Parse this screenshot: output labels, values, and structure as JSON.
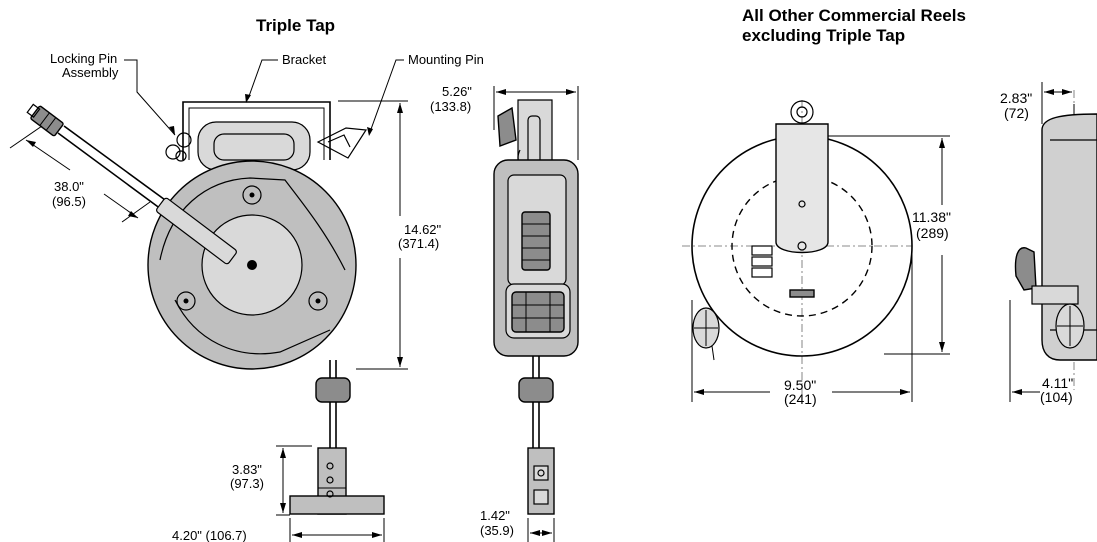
{
  "titles": {
    "triple_tap": "Triple Tap",
    "other_line1": "All Other Commercial Reels",
    "other_line2": "excluding Triple Tap"
  },
  "callouts": {
    "locking_pin_line1": "Locking Pin",
    "locking_pin_line2": "Assembly",
    "bracket": "Bracket",
    "mounting_pin": "Mounting Pin"
  },
  "dimensions": {
    "cord_length": {
      "in": "38.0\"",
      "mm": "(96.5)"
    },
    "tt_depth": {
      "in": "5.26\"",
      "mm": "(133.8)"
    },
    "tt_height": {
      "in": "14.62\"",
      "mm": "(371.4)"
    },
    "tap_height": {
      "in": "3.83\"",
      "mm": "(97.3)"
    },
    "tap_width": {
      "in": "4.20\" (106.7)"
    },
    "tap_depth": {
      "in": "1.42\"",
      "mm": "(35.9)"
    },
    "reel_height": {
      "in": "11.38\"",
      "mm": "(289)"
    },
    "reel_width": {
      "in": "9.50\"",
      "mm": "(241)"
    },
    "reel_offset": {
      "in": "2.83\"",
      "mm": "(72)"
    },
    "reel_depth": {
      "in": "4.11\"",
      "mm": "(104)"
    }
  },
  "colors": {
    "line": "#000000",
    "fill": "#bfbfbf",
    "dark": "#8c8c8c"
  }
}
